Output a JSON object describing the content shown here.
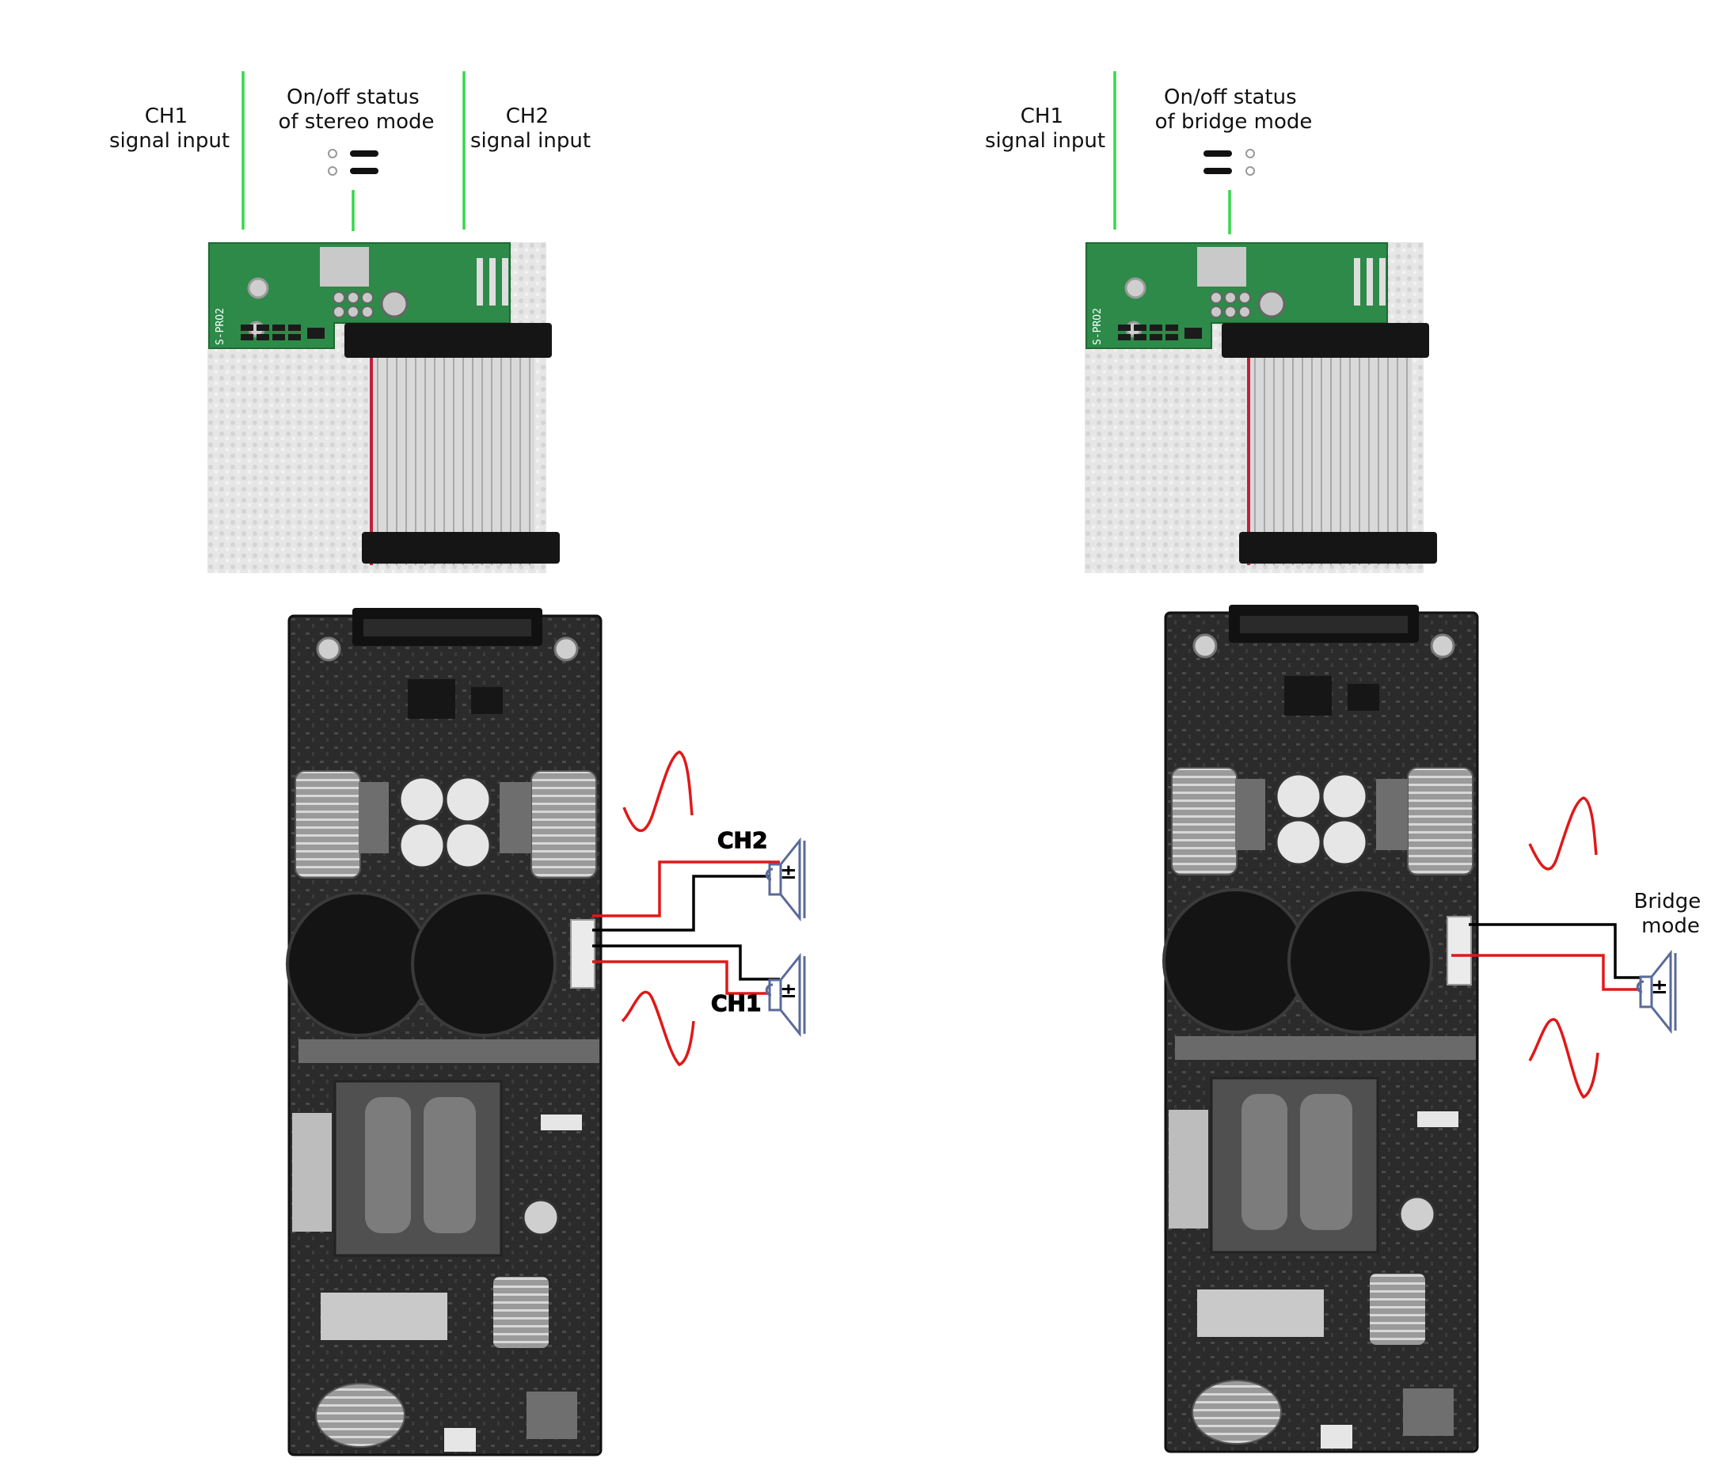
{
  "left_panel": {
    "ch1_label": [
      "CH1",
      "signal input"
    ],
    "status_label": [
      "On/off status",
      "of stereo mode"
    ],
    "ch2_label": [
      "CH2",
      "signal input"
    ],
    "input_board_silkscreen": "S-PRO2",
    "speaker_labels": {
      "upper": "CH2",
      "lower": "CH1"
    }
  },
  "right_panel": {
    "ch1_label": [
      "CH1",
      "signal input"
    ],
    "status_label": [
      "On/off status",
      "of bridge mode"
    ],
    "input_board_silkscreen": "S-PRO2",
    "bridge_label": [
      "Bridge",
      "mode"
    ]
  },
  "colors": {
    "indicator_line": "#35d84a",
    "pcb_green": "#2d8a49",
    "amp_board": "#2a2a2a",
    "positive_wire": "#e01818",
    "negative_wire": "#000000",
    "sine_wave": "#e01818",
    "speaker": "#5a6a9a",
    "ribbon_cable": "#cfcfcf"
  }
}
